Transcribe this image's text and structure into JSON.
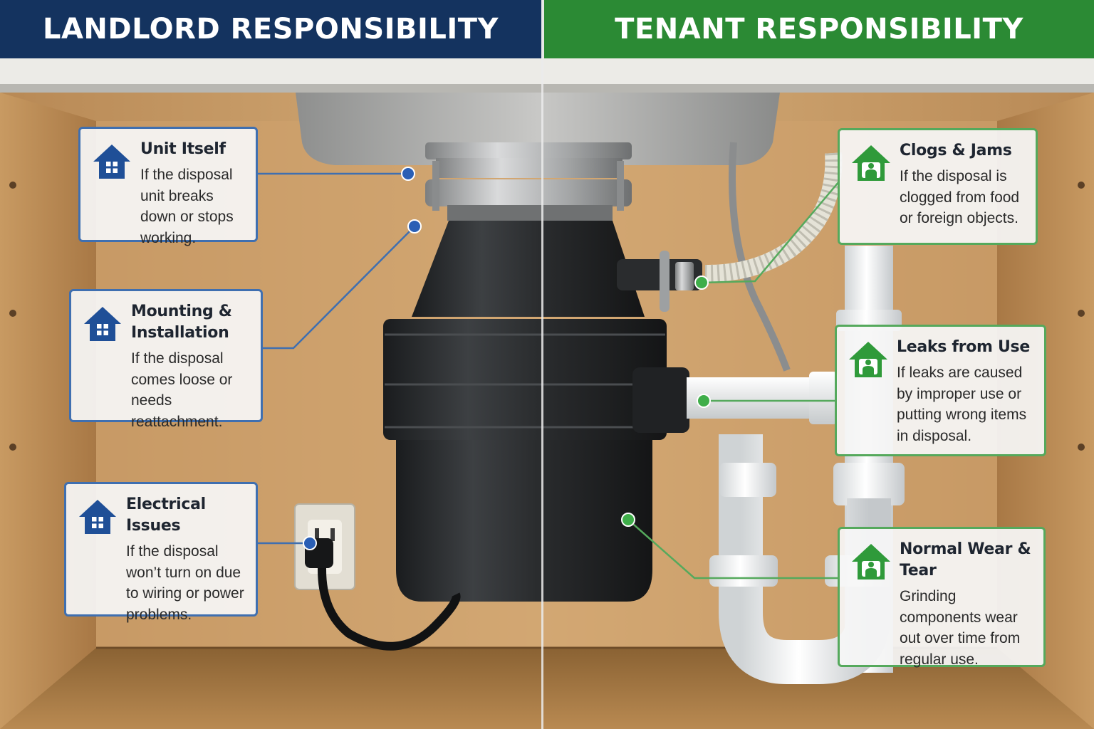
{
  "headers": {
    "landlord": "LANDLORD RESPONSIBILITY",
    "tenant": "TENANT RESPONSIBILITY"
  },
  "colors": {
    "landlord_header": "#14335f",
    "landlord_accent": "#3f6fb0",
    "tenant_header": "#2b8a34",
    "tenant_accent": "#55a95c"
  },
  "landlord_items": [
    {
      "icon": "house-icon",
      "title": "Unit Itself",
      "text": "If the disposal unit breaks down or stops working."
    },
    {
      "icon": "house-icon",
      "title": "Mounting & Installation",
      "text": "If the disposal comes loose or needs reattachment."
    },
    {
      "icon": "house-icon",
      "title": "Electrical Issues",
      "text": "If the disposal won’t turn on due to wiring or power problems."
    }
  ],
  "tenant_items": [
    {
      "icon": "house-person-icon",
      "title": "Clogs & Jams",
      "text": "If the disposal is clogged from food or foreign objects."
    },
    {
      "icon": "house-person-icon",
      "title": "Leaks from Use",
      "text": "If leaks are caused by improper use or putting wrong items in disposal."
    },
    {
      "icon": "house-person-icon",
      "title": "Normal Wear & Tear",
      "text": "Grinding components wear out over time from regular use."
    }
  ]
}
